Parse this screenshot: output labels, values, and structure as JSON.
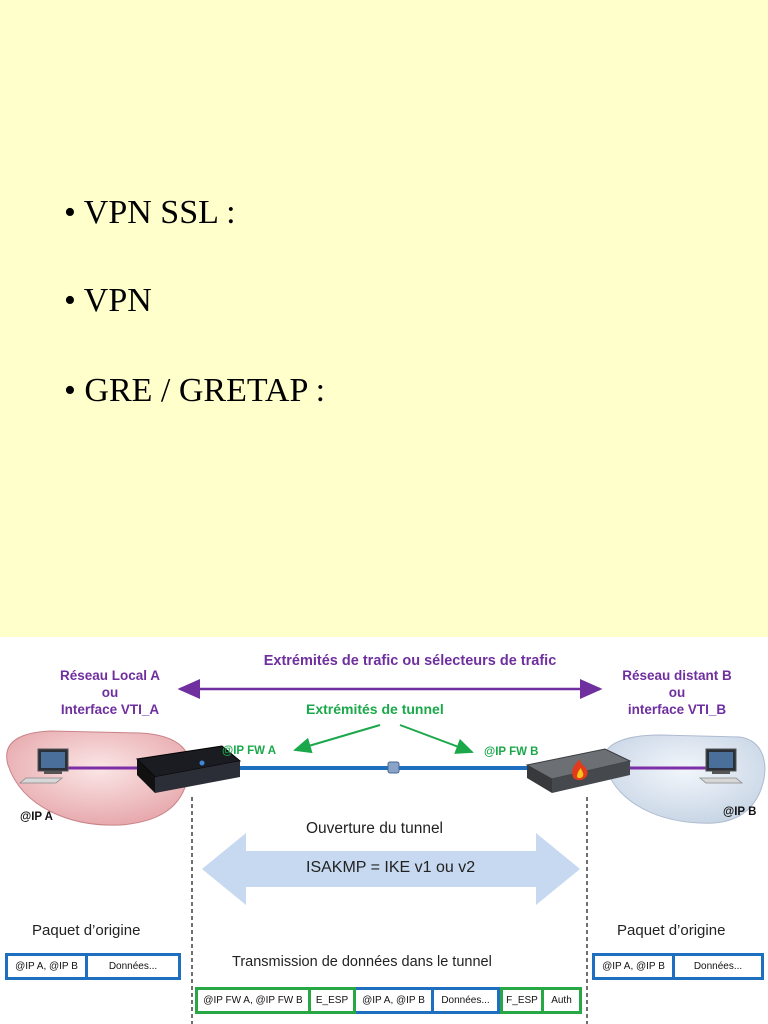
{
  "slide": {
    "bullets": [
      "• VPN SSL :",
      "• VPN",
      "• GRE / GRETAP :"
    ]
  },
  "diagram": {
    "left_network_line1": "Réseau Local A",
    "left_network_line2": "ou",
    "left_network_line3": "Interface VTI_A",
    "right_network_line1": "Réseau distant B",
    "right_network_line2": "ou",
    "right_network_line3": "interface VTI_B",
    "traffic_endpoints": "Extrémités de trafic ou sélecteurs de trafic",
    "tunnel_endpoints": "Extrémités de tunnel",
    "ip_fw_a": "@IP FW A",
    "ip_fw_b": "@IP FW B",
    "ip_a": "@IP A",
    "ip_b": "@IP B",
    "tunnel_opening": "Ouverture du tunnel",
    "isakmp": "ISAKMP = IKE v1 ou v2",
    "original_packet_left": "Paquet d’origine",
    "original_packet_right": "Paquet d’origine",
    "transmission": "Transmission de données dans le tunnel",
    "left_packet": [
      "@IP A, @IP B",
      "Données..."
    ],
    "right_packet": [
      "@IP A, @IP B",
      "Données..."
    ],
    "tunnel_packet": [
      "@IP FW A, @IP FW B",
      "E_ESP",
      "@IP A, @IP B",
      "Données...",
      "F_ESP",
      "Auth"
    ],
    "colors": {
      "slide_background": "#ffffcc",
      "traffic": "#6f2f9f",
      "tunnel": "#1aa84a",
      "link": "#1f6fc1",
      "isakmp_arrow": "#c6d9f0"
    }
  }
}
